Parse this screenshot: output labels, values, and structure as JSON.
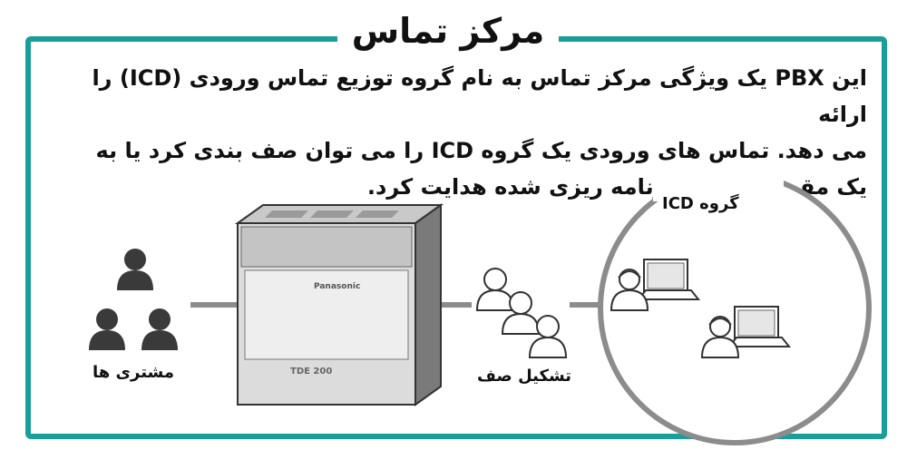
{
  "title": "مرکز تماس",
  "description": {
    "line1": "این PBX یک ویژگی مرکز تماس به نام گروه توزیع تماس ورودی (ICD) را ارائه",
    "line2": "می دهد. تماس های ورودی یک گروه ICD را می توان صف بندی کرد یا به",
    "line3": "یک مقصد از پیش برنامه ریزی شده هدایت کرد."
  },
  "labels": {
    "customers": "مشتری ها",
    "queue": "تشکیل صف",
    "icd_group": "گروه ICD"
  },
  "device": {
    "brand": "Panasonic",
    "model": "TDE 200"
  },
  "colors": {
    "frame": "#1a9e9a",
    "person_dark": "#3a3a3a",
    "line": "#8c8c8c"
  }
}
